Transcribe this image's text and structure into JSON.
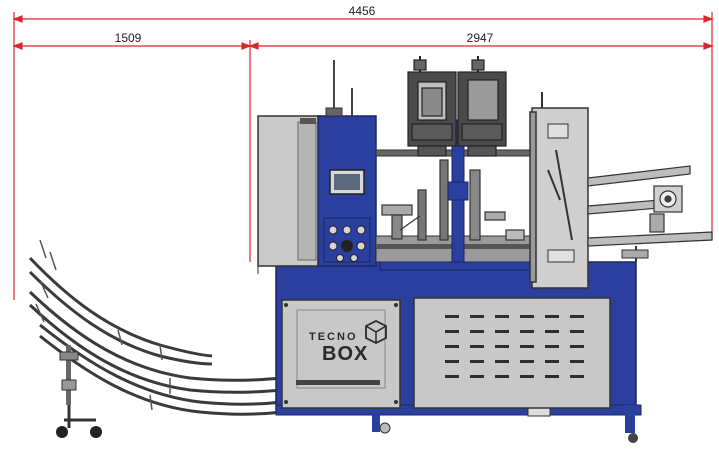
{
  "dimensions": {
    "total": "4456",
    "left_segment": "1509",
    "right_segment": "2947",
    "color": "#d9262b"
  },
  "branding": {
    "logo_top": "TECNO",
    "logo_bottom": "BOX"
  },
  "colors": {
    "frame_blue": "#2b3f9e",
    "panel_grey": "#c8c8c8",
    "dark_grey": "#4a4a4a",
    "outline": "#333333"
  }
}
